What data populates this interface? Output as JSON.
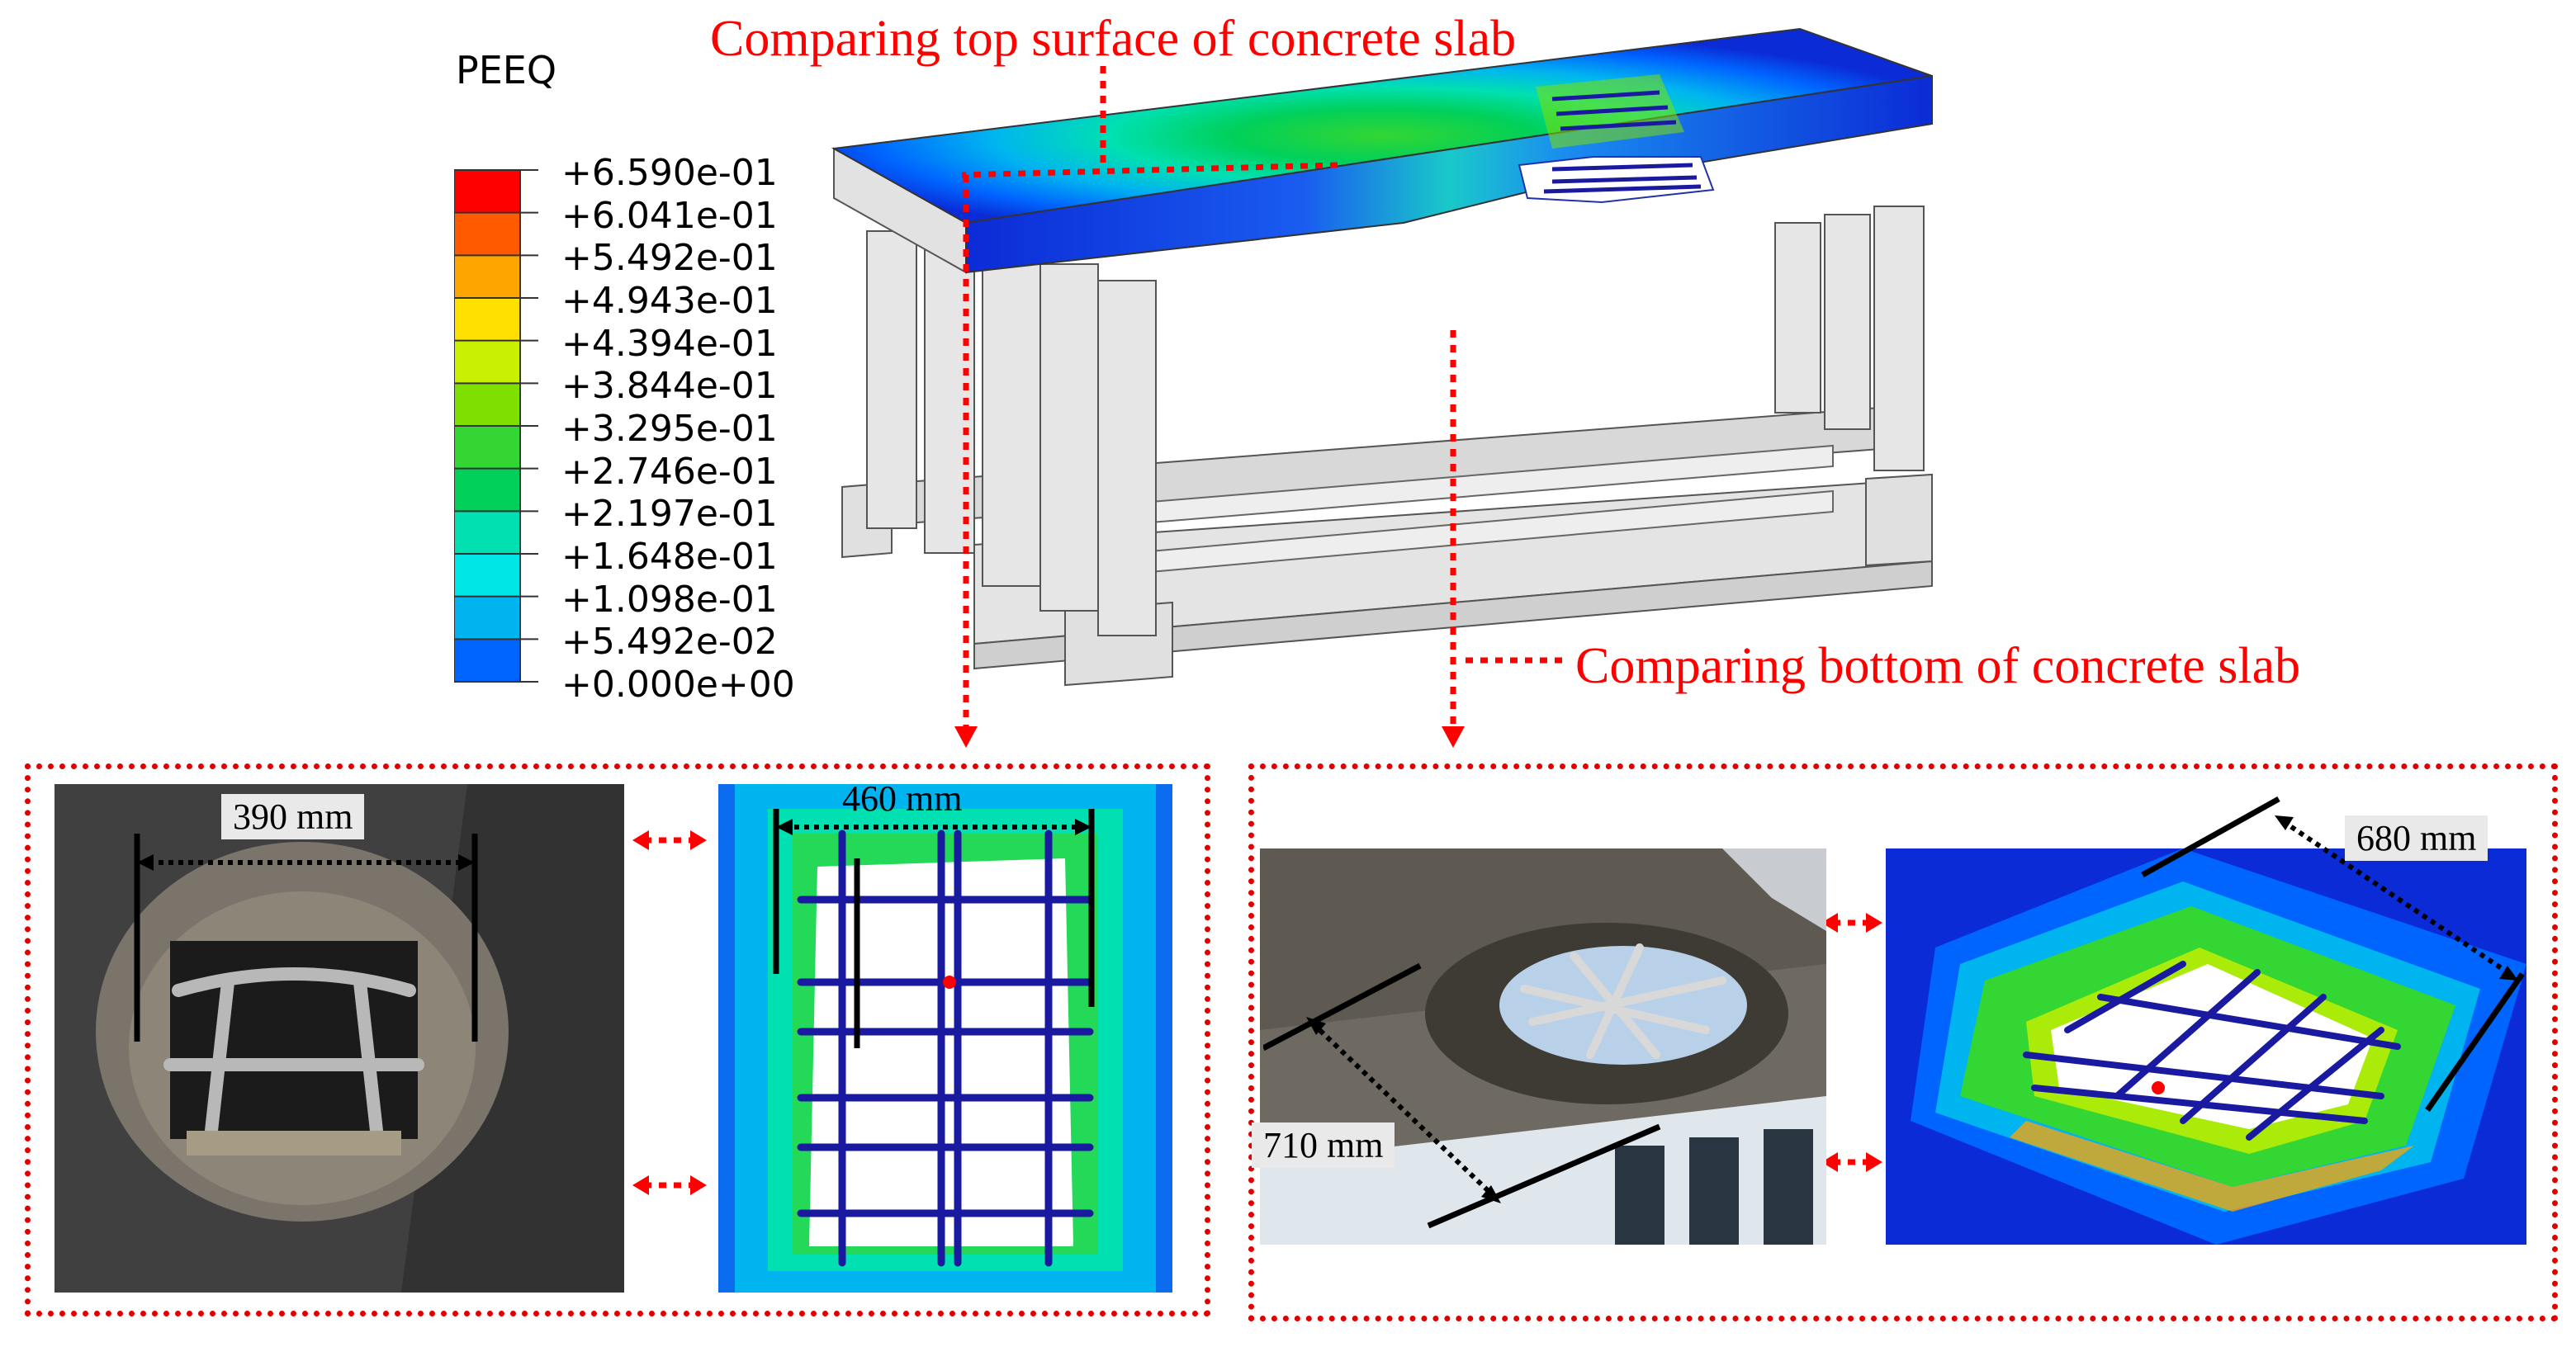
{
  "legend": {
    "title": "PEEQ",
    "entries": [
      {
        "label": "+6.590e-01",
        "color": "#ff0000"
      },
      {
        "label": "+6.041e-01",
        "color": "#ff5a00"
      },
      {
        "label": "+5.492e-01",
        "color": "#ffa500"
      },
      {
        "label": "+4.943e-01",
        "color": "#ffe000"
      },
      {
        "label": "+4.394e-01",
        "color": "#c8f000"
      },
      {
        "label": "+3.844e-01",
        "color": "#7fe000"
      },
      {
        "label": "+3.295e-01",
        "color": "#33d633"
      },
      {
        "label": "+2.746e-01",
        "color": "#00d05a"
      },
      {
        "label": "+2.197e-01",
        "color": "#00e0b0"
      },
      {
        "label": "+1.648e-01",
        "color": "#00e6e6"
      },
      {
        "label": "+1.098e-01",
        "color": "#00b4f0"
      },
      {
        "label": "+5.492e-02",
        "color": "#0064ff"
      },
      {
        "label": "+0.000e+00",
        "color": "#0000e0"
      }
    ]
  },
  "annotations": {
    "top_title": "Comparing top surface of concrete slab",
    "bottom_title": "Comparing bottom of concrete slab"
  },
  "dimensions": {
    "top_photo": "390 mm",
    "top_sim": "460 mm",
    "bottom_photo": "710 mm",
    "bottom_sim": "680 mm"
  },
  "colors": {
    "annotation_red": "#ff0000",
    "slab_blue": "#0b2bd6",
    "concrete_gray": "#e2e2e2"
  }
}
